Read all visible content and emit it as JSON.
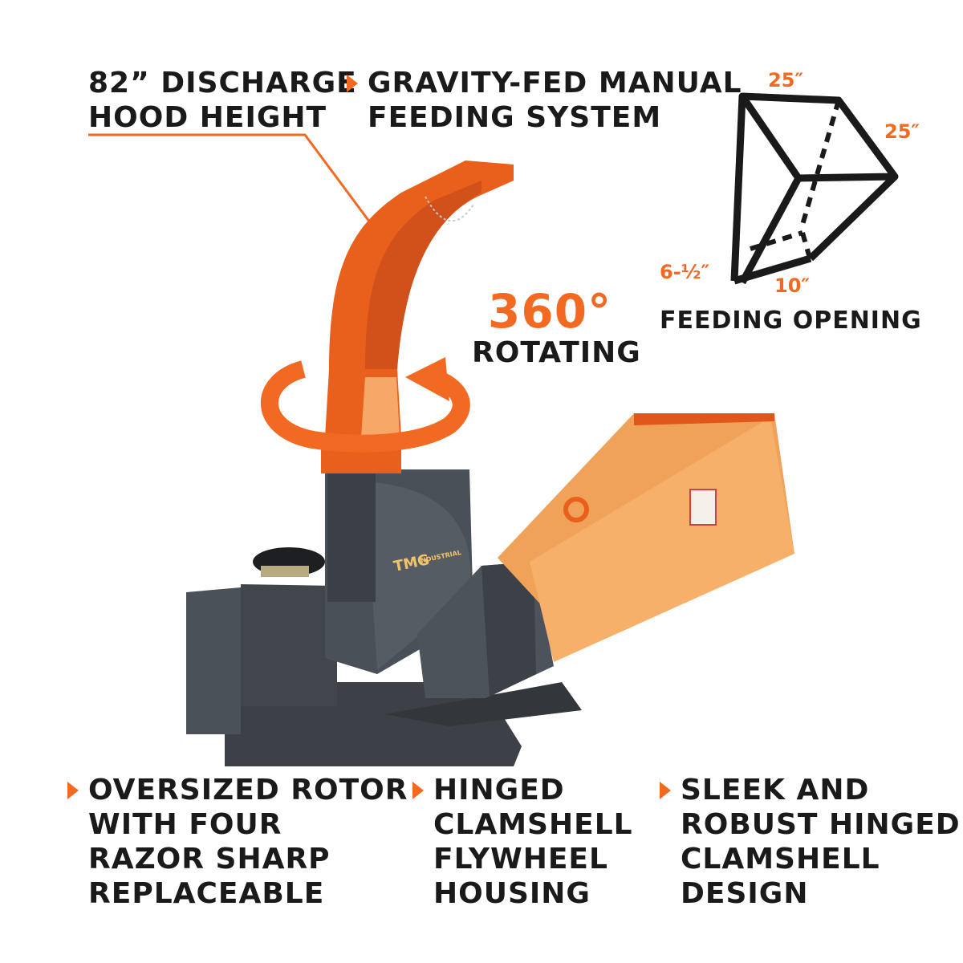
{
  "callouts": {
    "hood_height": [
      "82” DISCHARGE",
      "HOOD HEIGHT"
    ],
    "gravity_feed": [
      "GRAVITY-FED MANUAL",
      "FEEDING SYSTEM"
    ],
    "rotating_value": "360°",
    "rotating_label": "ROTATING",
    "rotor": [
      "OVERSIZED ROTOR",
      "WITH FOUR",
      "RAZOR SHARP",
      "REPLACEABLE"
    ],
    "flywheel": [
      "HINGED",
      "CLAMSHELL",
      "FLYWHEEL",
      "HOUSING"
    ],
    "clamshell": [
      "SLEEK AND",
      "ROBUST HINGED",
      "CLAMSHELL",
      "DESIGN"
    ]
  },
  "feeding_opening": {
    "dim_top": "25″",
    "dim_side": "25″",
    "dim_bottom_left": "6-½″",
    "dim_bottom": "10″",
    "label": "FEEDING OPENING"
  },
  "brand": {
    "logo_text": "TMG",
    "logo_sub": "INDUSTRIAL"
  },
  "colors": {
    "accent": "#f26a21",
    "text": "#1a1a1a",
    "machine_gray": "#4a5058",
    "machine_orange": "#e8601c",
    "hopper_light": "#f5a55a"
  },
  "icons": [
    "bullet-triangle-icon",
    "rotation-arrow-icon",
    "hopper-diagram-icon"
  ]
}
